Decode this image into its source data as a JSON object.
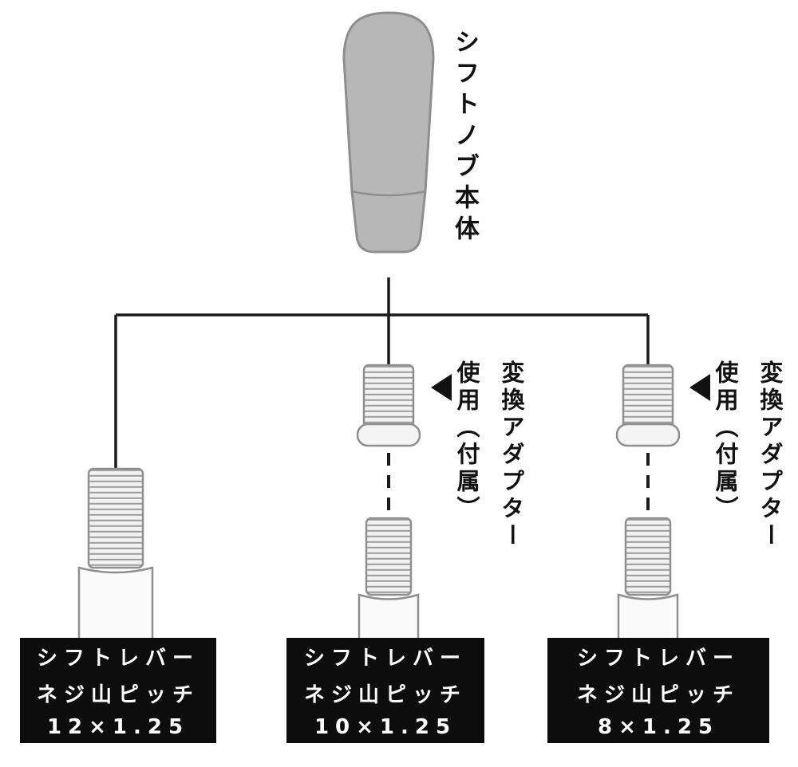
{
  "diagram": {
    "knob_label": "シフトノブ本体",
    "adapter_note_line1": "変換アダプター",
    "adapter_note_line2": "使用（付属）",
    "colors": {
      "knob_fill": "#b7b7b7",
      "outline": "#8e8e8e",
      "line": "#1a1a1a",
      "label_bg": "#0d0d0d",
      "label_text": "#ffffff"
    },
    "branches": [
      {
        "label_line1": "シフトレバー",
        "label_line2": "ネジ山ピッチ",
        "label_line3": "12×1.25"
      },
      {
        "label_line1": "シフトレバー",
        "label_line2": "ネジ山ピッチ",
        "label_line3": "10×1.25"
      },
      {
        "label_line1": "シフトレバー",
        "label_line2": "ネジ山ピッチ",
        "label_line3": "8×1.25"
      }
    ]
  }
}
